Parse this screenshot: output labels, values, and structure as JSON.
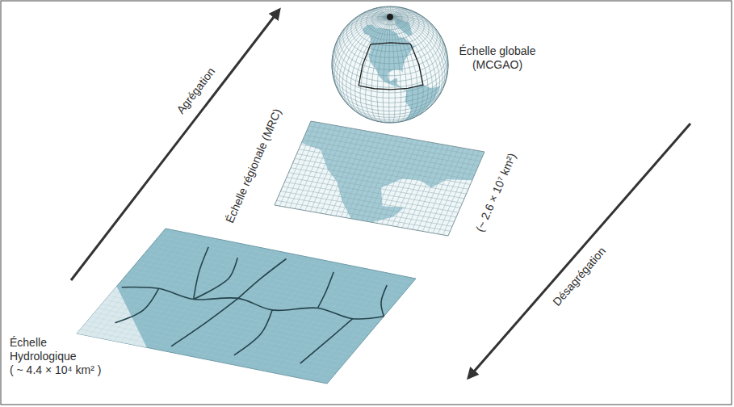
{
  "diagram": {
    "labels": [
      "Agrégation",
      "Échelle globale (MCGAO)",
      "Échelle régionale (MRC)",
      "(~ 2.6 × 10⁷ km²)",
      "Désagrégation",
      "Échelle Hydrologique ( ~ 4.4 × 10⁴ km² )"
    ]
  }
}
